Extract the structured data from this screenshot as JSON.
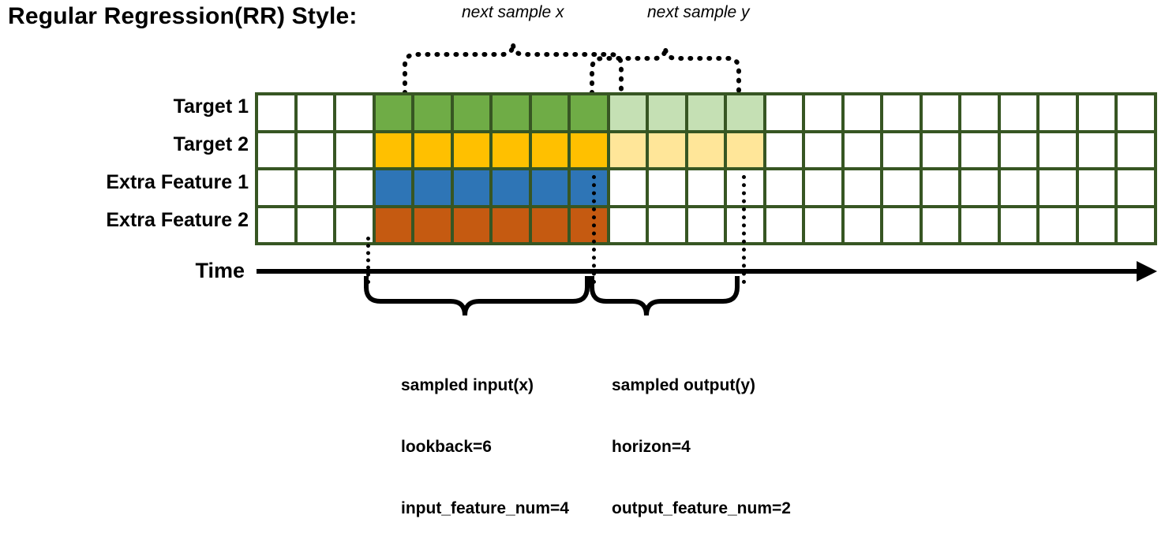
{
  "title": "Regular Regression(RR) Style:",
  "rows": [
    {
      "label": "Target 1",
      "name": "target-1"
    },
    {
      "label": "Target 2",
      "name": "target-2"
    },
    {
      "label": "Extra Feature 1",
      "name": "extra-feature-1"
    },
    {
      "label": "Extra Feature 2",
      "name": "extra-feature-2"
    }
  ],
  "grid": {
    "columns": 23,
    "rows": 4,
    "lead_blank_columns": 3,
    "input_columns": 6,
    "output_columns": 4,
    "cell_classes": [
      [
        "cell",
        "cell",
        "cell",
        "c-green",
        "c-green",
        "c-green",
        "c-green",
        "c-green",
        "c-green",
        "c-greenL",
        "c-greenL",
        "c-greenL",
        "c-greenL",
        "cell",
        "cell",
        "cell",
        "cell",
        "cell",
        "cell",
        "cell",
        "cell",
        "cell",
        "cell"
      ],
      [
        "cell",
        "cell",
        "cell",
        "c-yellow",
        "c-yellow",
        "c-yellow",
        "c-yellow",
        "c-yellow",
        "c-yellow",
        "c-yellowL",
        "c-yellowL",
        "c-yellowL",
        "c-yellowL",
        "cell",
        "cell",
        "cell",
        "cell",
        "cell",
        "cell",
        "cell",
        "cell",
        "cell",
        "cell"
      ],
      [
        "cell",
        "cell",
        "cell",
        "c-blue",
        "c-blue",
        "c-blue",
        "c-blue",
        "c-blue",
        "c-blue",
        "cell",
        "cell",
        "cell",
        "cell",
        "cell",
        "cell",
        "cell",
        "cell",
        "cell",
        "cell",
        "cell",
        "cell",
        "cell",
        "cell"
      ],
      [
        "cell",
        "cell",
        "cell",
        "c-orange",
        "c-orange",
        "c-orange",
        "c-orange",
        "c-orange",
        "c-orange",
        "cell",
        "cell",
        "cell",
        "cell",
        "cell",
        "cell",
        "cell",
        "cell",
        "cell",
        "cell",
        "cell",
        "cell",
        "cell",
        "cell"
      ]
    ]
  },
  "annotations": {
    "next_sample_x": "next sample x",
    "next_sample_y": "next sample y"
  },
  "time_axis": {
    "label": "Time"
  },
  "captions": {
    "input": {
      "line1": "sampled input(x)",
      "line2": "lookback=6",
      "line3": "input_feature_num=4"
    },
    "output": {
      "line1": "sampled output(y)",
      "line2": "horizon=4",
      "line3": "output_feature_num=2"
    }
  },
  "colors": {
    "border": "#375623",
    "target1": "#6FAC46",
    "target1_faded": "#C5E0B4",
    "target2": "#FFC000",
    "target2_faded": "#FFE699",
    "extra_feature1": "#2E75B6",
    "extra_feature2": "#C55A11",
    "ink": "#000000"
  }
}
